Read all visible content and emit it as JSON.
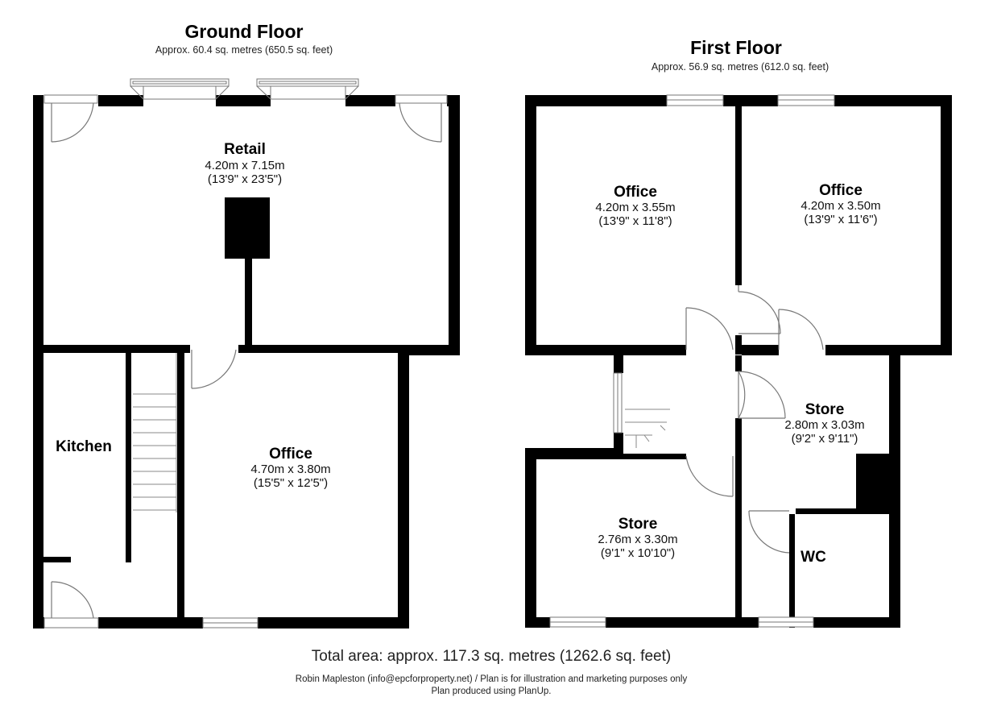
{
  "ground_floor": {
    "title": "Ground Floor",
    "area": "Approx. 60.4 sq. metres (650.5 sq. feet)",
    "rooms": {
      "retail": {
        "name": "Retail",
        "metric": "4.20m x 7.15m",
        "imperial": "(13'9\" x 23'5\")"
      },
      "kitchen": {
        "name": "Kitchen"
      },
      "office": {
        "name": "Office",
        "metric": "4.70m x 3.80m",
        "imperial": "(15'5\" x 12'5\")"
      }
    }
  },
  "first_floor": {
    "title": "First Floor",
    "area": "Approx. 56.9 sq. metres (612.0 sq. feet)",
    "rooms": {
      "office_left": {
        "name": "Office",
        "metric": "4.20m x 3.55m",
        "imperial": "(13'9\" x 11'8\")"
      },
      "office_right": {
        "name": "Office",
        "metric": "4.20m x 3.50m",
        "imperial": "(13'9\" x 11'6\")"
      },
      "store_right": {
        "name": "Store",
        "metric": "2.80m x 3.03m",
        "imperial": "(9'2\" x 9'11\")"
      },
      "store_left": {
        "name": "Store",
        "metric": "2.76m x 3.30m",
        "imperial": "(9'1\" x 10'10\")"
      },
      "wc": {
        "name": "WC"
      }
    }
  },
  "footer": {
    "total": "Total area: approx. 117.3 sq. metres (1262.6 sq. feet)",
    "credit": "Robin Mapleston (info@epcforproperty.net) / Plan is for illustration and marketing purposes only",
    "software": "Plan produced using PlanUp."
  }
}
